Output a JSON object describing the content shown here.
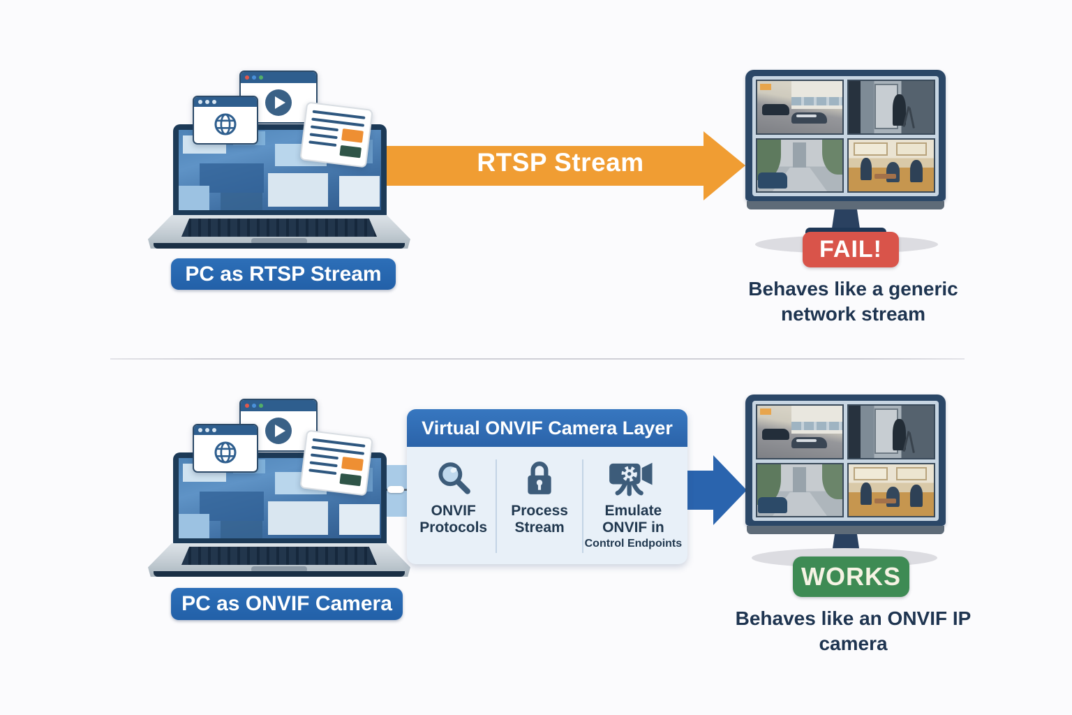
{
  "top_row": {
    "laptop_label": "PC as RTSP Stream",
    "arrow_label": "RTSP Stream",
    "result_badge": "FAIL!",
    "caption": "Behaves like a generic\nnetwork stream"
  },
  "bottom_row": {
    "laptop_label": "PC as ONVIF Camera",
    "layer": {
      "title": "Virtual ONVIF Camera Layer",
      "items": [
        {
          "icon": "magnifier-icon",
          "label": "ONVIF Protocols"
        },
        {
          "icon": "lock-icon",
          "label": "Process Stream"
        },
        {
          "icon": "camera-gear-icon",
          "label": "Emulate ONVIF in",
          "sublabel": "Control Endpoints"
        }
      ]
    },
    "result_badge": "WORKS",
    "caption": "Behaves like an ONVIF IP\ncamera"
  },
  "monitor_feeds": [
    "parking-lot-camera",
    "hallway-camera",
    "street-camera",
    "office-room-camera"
  ],
  "colors": {
    "arrow_orange": "#f09d33",
    "arrow_blue": "#2a64ae",
    "fail_red": "#d9544a",
    "works_green": "#3e8b54",
    "label_blue": "#2260a8",
    "layer_header_blue": "#2f6fb5",
    "caption_navy": "#1e3450"
  }
}
